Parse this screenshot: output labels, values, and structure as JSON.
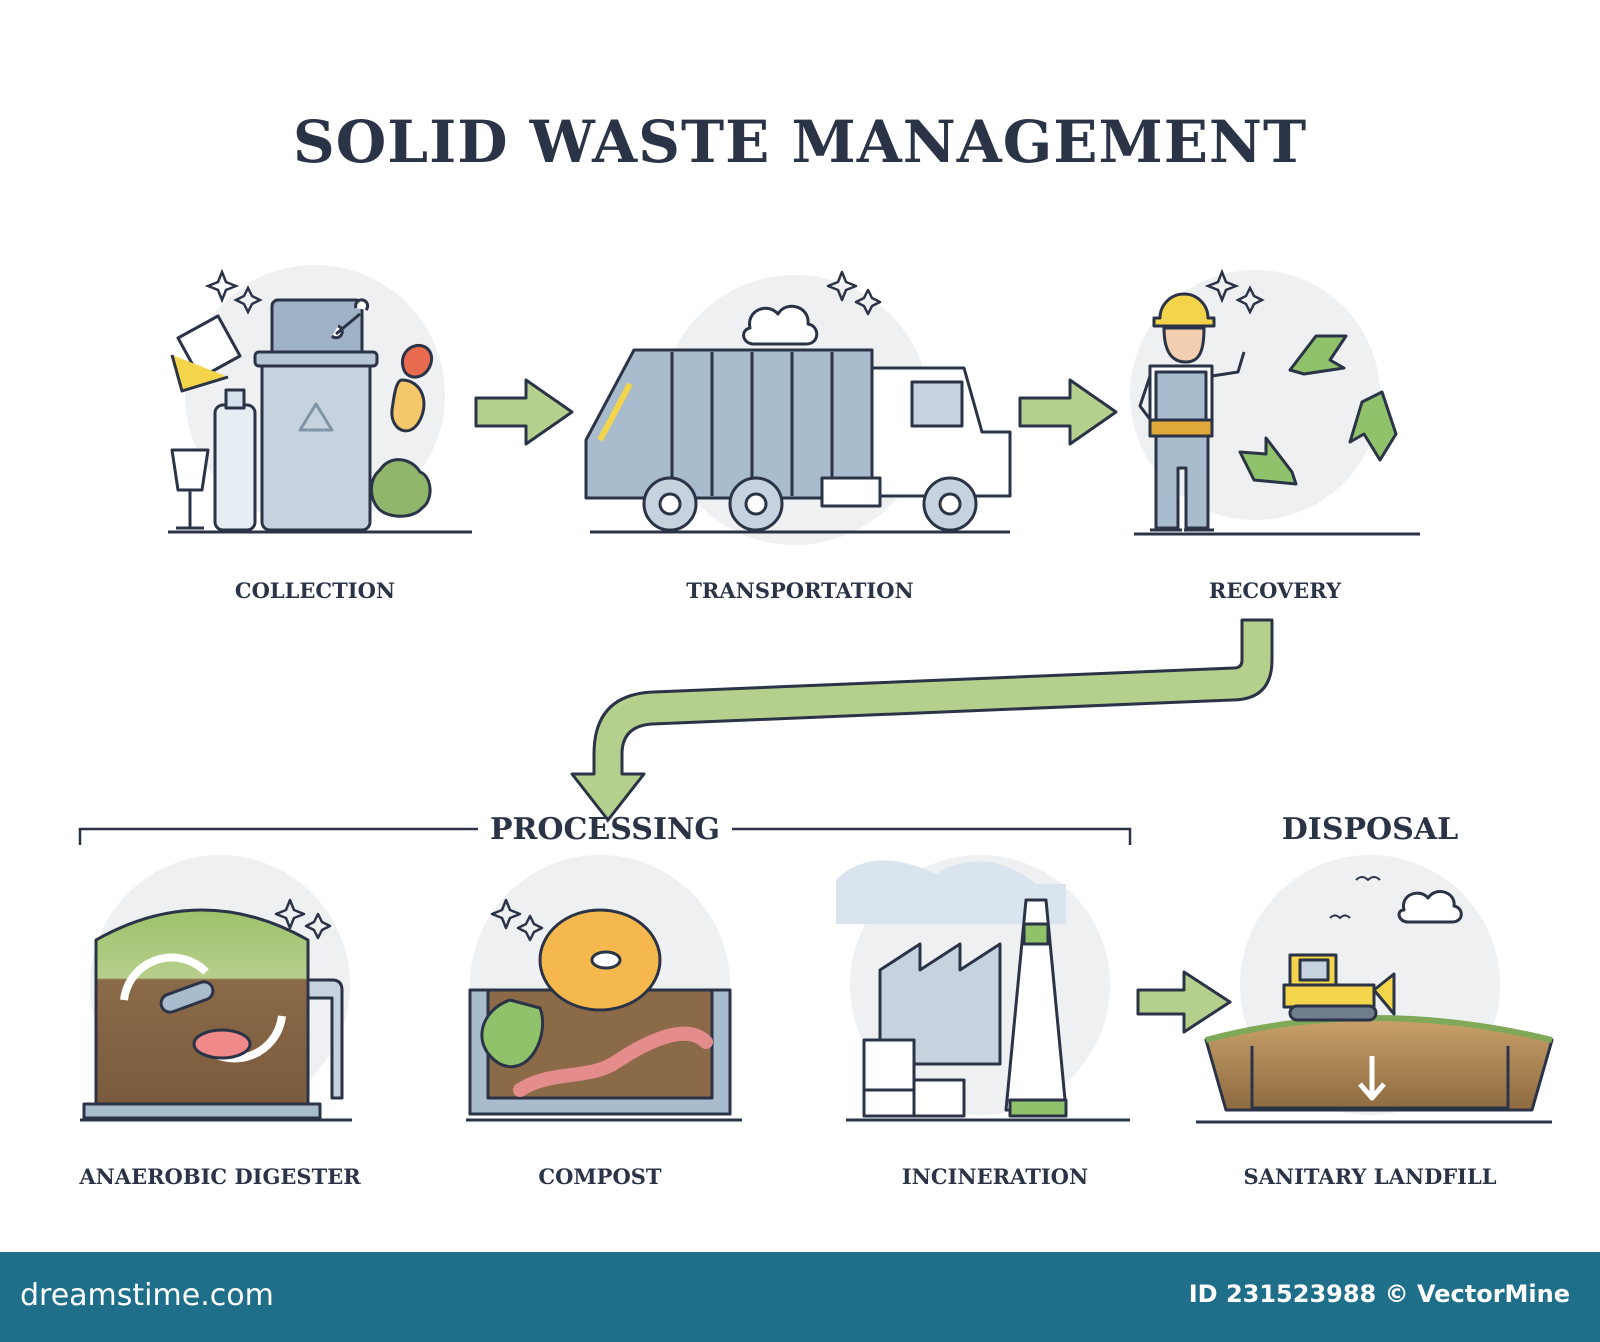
{
  "title": "SOLID WASTE MANAGEMENT",
  "stages_top": [
    {
      "label": "COLLECTION",
      "icon": "trash-bin-icon"
    },
    {
      "label": "TRANSPORTATION",
      "icon": "garbage-truck-icon"
    },
    {
      "label": "RECOVERY",
      "icon": "recycling-worker-icon"
    }
  ],
  "sections": {
    "processing": "PROCESSING",
    "disposal": "DISPOSAL"
  },
  "stages_bottom": [
    {
      "label": "ANAEROBIC DIGESTER",
      "icon": "digester-tank-icon"
    },
    {
      "label": "COMPOST",
      "icon": "compost-icon"
    },
    {
      "label": "INCINERATION",
      "icon": "incinerator-factory-icon"
    },
    {
      "label": "SANITARY LANDFILL",
      "icon": "landfill-bulldozer-icon"
    }
  ],
  "footer": {
    "brand": "dreamstime.com",
    "credit": "ID 231523988 © VectorMine"
  },
  "colors": {
    "text": "#2b3347",
    "arrow_green": "#b5d08c",
    "green_dark": "#7fa858",
    "blue_gray": "#a9bccd",
    "circle_bg": "#eef0f2",
    "footer_bg": "#1f6f8b"
  }
}
